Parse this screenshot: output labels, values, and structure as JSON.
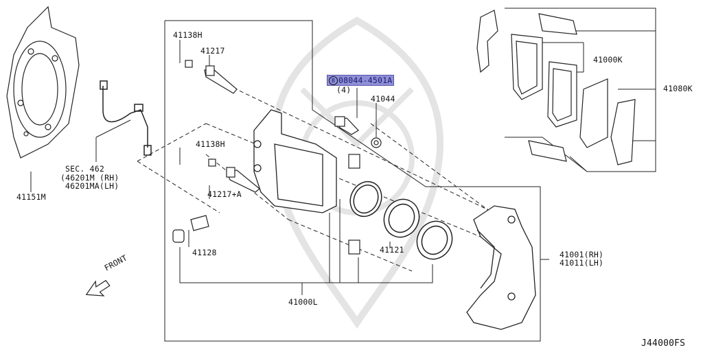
{
  "diagram_code": "J44000FS",
  "selected_part": {
    "circle": "B",
    "code": "08044-4501A",
    "qty": "(4)"
  },
  "labels": {
    "p41151m": "41151M",
    "sec": "SEC. 462",
    "sec_rh": "(46201M (RH)",
    "sec_lh": "46201MA(LH)",
    "p41138h_top": "41138H",
    "p41217": "41217",
    "p41138h_mid": "41138H",
    "p41217a": "41217+A",
    "p41128": "41128",
    "p41044": "41044",
    "p41121": "41121",
    "p41000l": "41000L",
    "p41000k": "41000K",
    "p41080k": "41080K",
    "p41001": "41001(RH)",
    "p41011": "41011(LH)",
    "front": "FRONT"
  }
}
